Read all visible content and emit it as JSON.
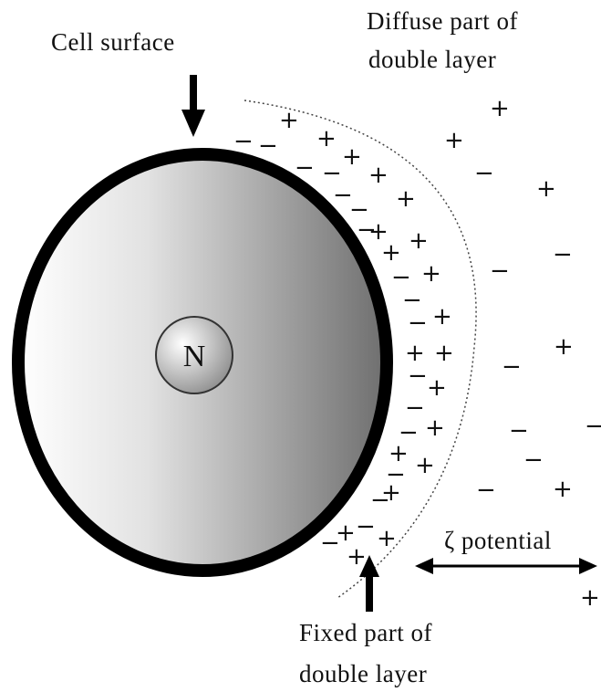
{
  "labels": {
    "cell_surface": "Cell surface",
    "diffuse_line1": "Diffuse part of",
    "diffuse_line2": "double layer",
    "nucleus": "N",
    "zeta": "ζ  potential",
    "fixed_line1": "Fixed part of",
    "fixed_line2": "double layer"
  },
  "colors": {
    "cell_dark": "#6e6e6e",
    "cell_light": "#ffffff",
    "outline": "#000000"
  },
  "icons": {
    "cell_surface_arrow": "arrow-down-icon",
    "fixed_part_arrow": "arrow-up-icon",
    "zeta_arrow": "double-headed-arrow-icon"
  }
}
